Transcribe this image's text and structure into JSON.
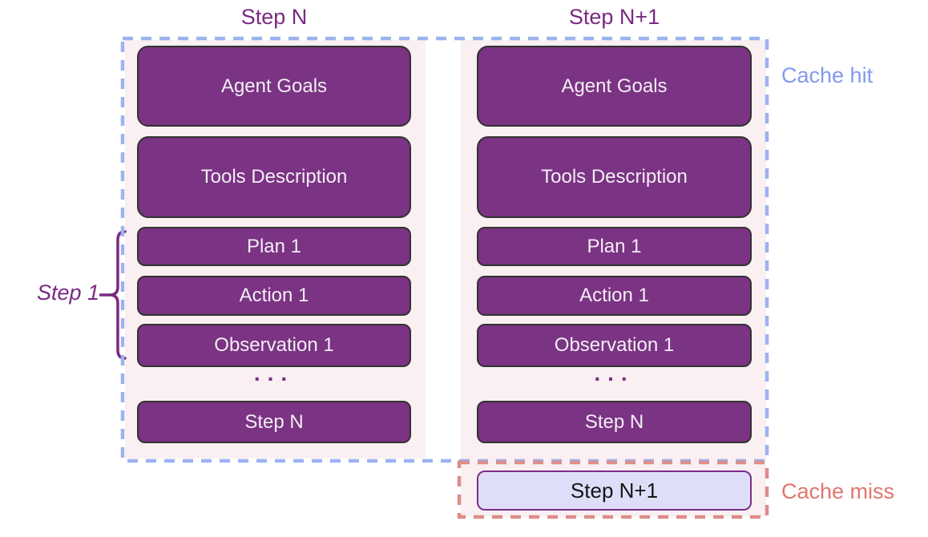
{
  "diagram": {
    "title_step_n": "Step N",
    "title_step_n1": "Step N+1",
    "rows": {
      "agent_goals": "Agent Goals",
      "tools_description": "Tools Description",
      "plan_1": "Plan 1",
      "action_1": "Action 1",
      "observation_1": "Observation 1",
      "ellipsis": "...",
      "step_n": "Step N"
    },
    "new_step_label": "Step N+1",
    "annotations": {
      "step_1": "Step 1",
      "cache_hit": "Cache hit",
      "cache_miss": "Cache miss"
    },
    "colors": {
      "box_fill": "#7b3383",
      "box_border": "#333333",
      "box_text": "#f3edf5",
      "panel_bg": "#faf0f1",
      "heading_text": "#7a2982",
      "cache_hit_accent": "#9db2f0",
      "cache_hit_text": "#8499ee",
      "cache_miss_accent": "#dc8d8c",
      "cache_miss_text": "#e0766e",
      "new_step_fill": "#dedef8",
      "new_step_border": "#7b2d8b",
      "new_step_text": "#151515"
    }
  }
}
